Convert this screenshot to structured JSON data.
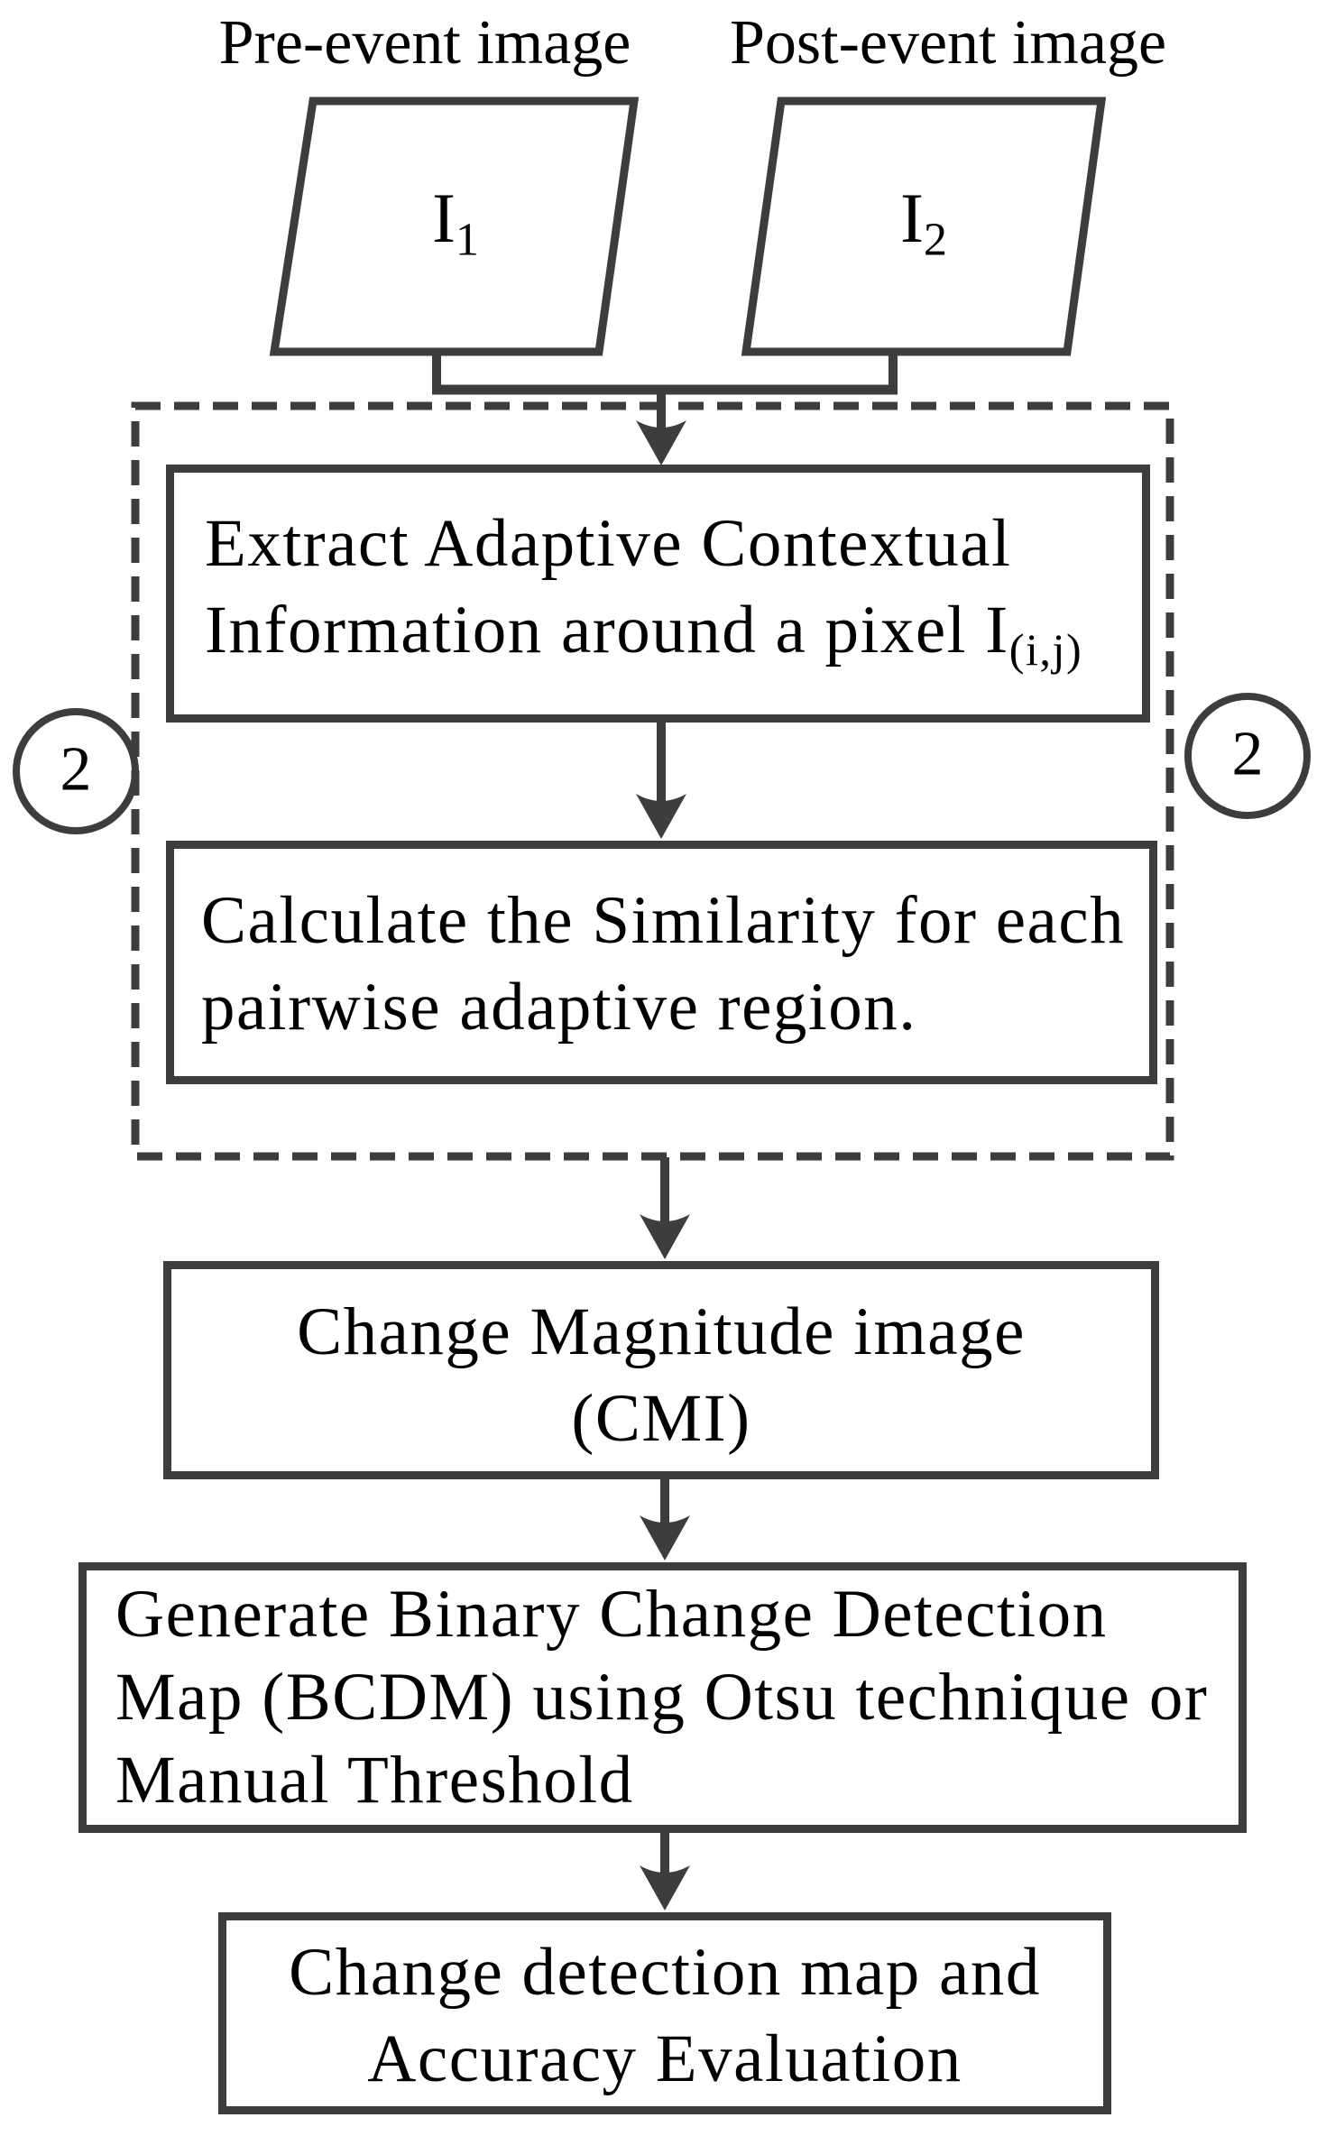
{
  "colors": {
    "stroke": "#3d3d3d",
    "text": "#000000",
    "background": "#ffffff"
  },
  "inputs": {
    "pre": {
      "label": "Pre-event image",
      "symbol": "I",
      "subscript": "1"
    },
    "post": {
      "label": "Post-event image",
      "symbol": "I",
      "subscript": "2"
    }
  },
  "loop": {
    "left_count": "2",
    "right_count": "2",
    "extract": {
      "line1": "Extract Adaptive Contextual",
      "line2": "Information around a pixel I",
      "line2_sub": "(i,j)"
    },
    "similarity": {
      "line1": "Calculate the Similarity for each",
      "line2": "pairwise adaptive region."
    }
  },
  "cmi": {
    "line1": "Change Magnitude image",
    "line2": "(CMI)"
  },
  "bcdm": {
    "line1": "Generate Binary Change Detection",
    "line2": "Map (BCDM) using Otsu technique or",
    "line3": "Manual Threshold"
  },
  "output": {
    "line1": "Change detection map and",
    "line2": "Accuracy Evaluation"
  }
}
